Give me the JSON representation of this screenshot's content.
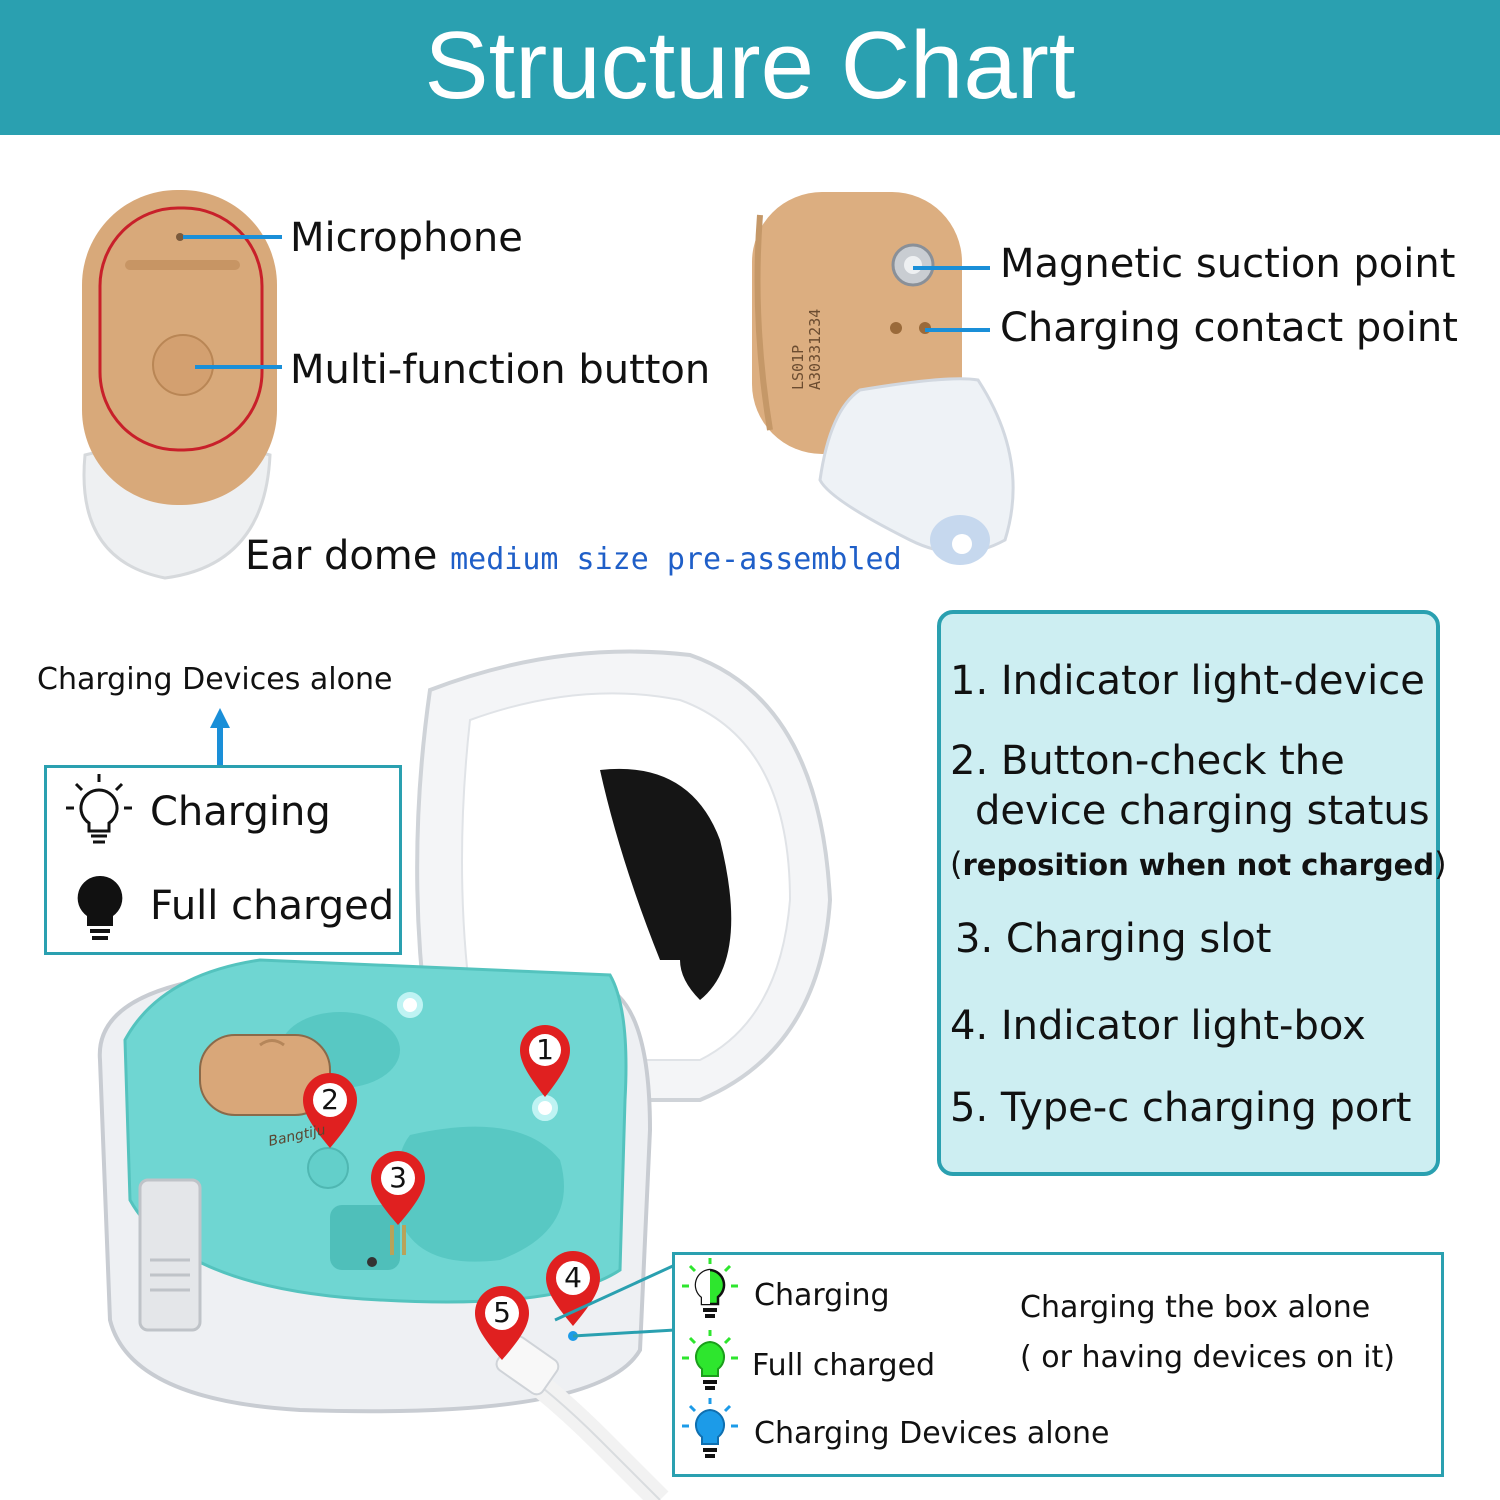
{
  "header": {
    "title": "Structure Chart"
  },
  "device_front": {
    "microphone": "Microphone",
    "button": "Multi-function button",
    "ear_dome": "Ear dome",
    "ear_dome_note": "medium size pre-assembled"
  },
  "device_back": {
    "magnetic": "Magnetic suction point",
    "charging_contact": "Charging contact point",
    "print_line1": "LS01P",
    "print_line2": "A30331234"
  },
  "device_legend": {
    "caption": "Charging Devices alone",
    "charging": "Charging",
    "full": "Full charged"
  },
  "case_markers": [
    "1",
    "2",
    "3",
    "4",
    "5"
  ],
  "case_brand": "Bangtiju",
  "parts_list": {
    "item1": "1. Indicator light-device",
    "item2_line1": "2. Button-check the",
    "item2_line2": "device charging status",
    "item2_open": "(",
    "item2_note": "reposition when not charged",
    "item2_close": ")",
    "item3": "3. Charging slot",
    "item4": "4. Indicator light-box",
    "item5": "5. Type-c charging port"
  },
  "box_legend": {
    "charging": "Charging",
    "full": "Full charged",
    "devices_alone": "Charging Devices alone",
    "box_alone_line1": "Charging the box alone",
    "box_alone_line2": "( or having devices on it)"
  },
  "colors": {
    "accent": "#2aa0b0",
    "panel_fill": "#cdeef2",
    "device_skin": "#d8a97a",
    "case_teal": "#6fd6d2",
    "marker_red": "#e02020",
    "leader_blue": "#1a8fd8",
    "led_green": "#2ee62e",
    "led_blue": "#1c9be8",
    "note_blue": "#1f5fc8"
  }
}
